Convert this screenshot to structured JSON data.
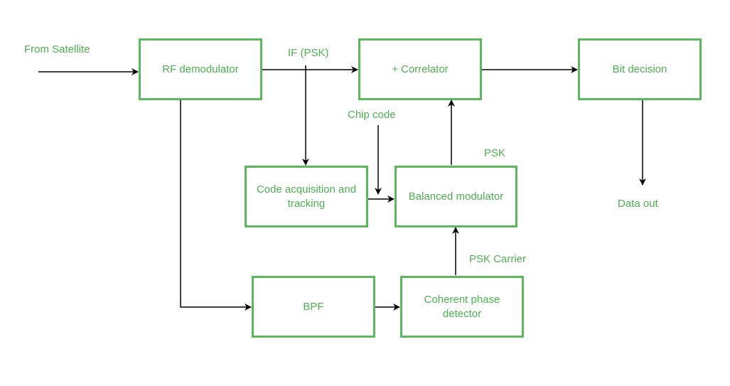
{
  "diagram": {
    "title": "",
    "blocks": {
      "rf_demodulator": "RF demodulator",
      "correlator": "+ Correlator",
      "bit_decision": "Bit decision",
      "code_acquisition": "Code acquisition and tracking",
      "balanced_modulator": "Balanced modulator",
      "bpf": "BPF",
      "coherent_phase_detector": "Coherent phase detector"
    },
    "labels": {
      "from_satellite": "From Satellite",
      "if_psk": "IF (PSK)",
      "chip_code": "Chip code",
      "psk": "PSK",
      "psk_carrier": "PSK Carrier",
      "data_out": "Data out"
    },
    "colors": {
      "block_border": "#5cb85c",
      "text": "#4caf50",
      "arrow": "#000000"
    },
    "connections": [
      {
        "from": "From Satellite",
        "to": "RF demodulator"
      },
      {
        "from": "RF demodulator",
        "to": "+ Correlator",
        "label": "IF (PSK)"
      },
      {
        "from": "IF (PSK)",
        "to": "Code acquisition and tracking"
      },
      {
        "from": "+ Correlator",
        "to": "Bit decision"
      },
      {
        "from": "Bit decision",
        "to": "Data out"
      },
      {
        "from": "Chip code",
        "to": "Balanced modulator"
      },
      {
        "from": "Code acquisition and tracking",
        "to": "Balanced modulator"
      },
      {
        "from": "Balanced modulator",
        "to": "+ Correlator",
        "label": "PSK"
      },
      {
        "from": "RF demodulator",
        "to": "BPF"
      },
      {
        "from": "BPF",
        "to": "Coherent phase detector"
      },
      {
        "from": "Coherent phase detector",
        "to": "Balanced modulator",
        "label": "PSK Carrier"
      }
    ]
  }
}
